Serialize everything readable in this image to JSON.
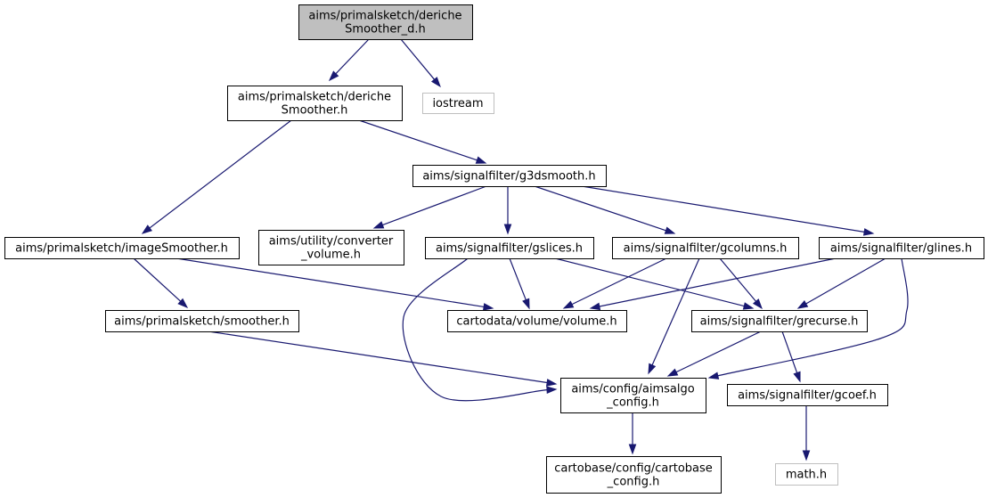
{
  "diagram": {
    "colors": {
      "edge": "#191970",
      "root_fill": "#bfbfbf",
      "node_border": "#000000",
      "external_border": "#bfbfbf"
    },
    "nodes": [
      {
        "id": "deriche_d",
        "lines": [
          "aims/primalsketch/deriche",
          "Smoother_d.h"
        ],
        "kind": "root"
      },
      {
        "id": "deriche",
        "lines": [
          "aims/primalsketch/deriche",
          "Smoother.h"
        ],
        "kind": "header"
      },
      {
        "id": "iostream",
        "lines": [
          "iostream"
        ],
        "kind": "external"
      },
      {
        "id": "g3dsmooth",
        "lines": [
          "aims/signalfilter/g3dsmooth.h"
        ],
        "kind": "header"
      },
      {
        "id": "imageSmoother",
        "lines": [
          "aims/primalsketch/imageSmoother.h"
        ],
        "kind": "header"
      },
      {
        "id": "converter",
        "lines": [
          "aims/utility/converter",
          "_volume.h"
        ],
        "kind": "header"
      },
      {
        "id": "gslices",
        "lines": [
          "aims/signalfilter/gslices.h"
        ],
        "kind": "header"
      },
      {
        "id": "gcolumns",
        "lines": [
          "aims/signalfilter/gcolumns.h"
        ],
        "kind": "header"
      },
      {
        "id": "glines",
        "lines": [
          "aims/signalfilter/glines.h"
        ],
        "kind": "header"
      },
      {
        "id": "smoother",
        "lines": [
          "aims/primalsketch/smoother.h"
        ],
        "kind": "header"
      },
      {
        "id": "volume",
        "lines": [
          "cartodata/volume/volume.h"
        ],
        "kind": "header"
      },
      {
        "id": "grecurse",
        "lines": [
          "aims/signalfilter/grecurse.h"
        ],
        "kind": "header"
      },
      {
        "id": "aimsalgo_config",
        "lines": [
          "aims/config/aimsalgo",
          "_config.h"
        ],
        "kind": "header"
      },
      {
        "id": "gcoef",
        "lines": [
          "aims/signalfilter/gcoef.h"
        ],
        "kind": "header"
      },
      {
        "id": "cartobase_config",
        "lines": [
          "cartobase/config/cartobase",
          "_config.h"
        ],
        "kind": "header"
      },
      {
        "id": "math",
        "lines": [
          "math.h"
        ],
        "kind": "external"
      }
    ],
    "edges": [
      {
        "from": "deriche_d",
        "to": "deriche"
      },
      {
        "from": "deriche_d",
        "to": "iostream"
      },
      {
        "from": "deriche",
        "to": "g3dsmooth"
      },
      {
        "from": "deriche",
        "to": "imageSmoother"
      },
      {
        "from": "g3dsmooth",
        "to": "converter"
      },
      {
        "from": "g3dsmooth",
        "to": "gslices"
      },
      {
        "from": "g3dsmooth",
        "to": "gcolumns"
      },
      {
        "from": "g3dsmooth",
        "to": "glines"
      },
      {
        "from": "imageSmoother",
        "to": "smoother"
      },
      {
        "from": "imageSmoother",
        "to": "volume"
      },
      {
        "from": "gslices",
        "to": "volume"
      },
      {
        "from": "gslices",
        "to": "grecurse"
      },
      {
        "from": "gslices",
        "to": "aimsalgo_config"
      },
      {
        "from": "gcolumns",
        "to": "volume"
      },
      {
        "from": "gcolumns",
        "to": "grecurse"
      },
      {
        "from": "gcolumns",
        "to": "aimsalgo_config"
      },
      {
        "from": "glines",
        "to": "volume"
      },
      {
        "from": "glines",
        "to": "grecurse"
      },
      {
        "from": "glines",
        "to": "aimsalgo_config"
      },
      {
        "from": "smoother",
        "to": "aimsalgo_config"
      },
      {
        "from": "grecurse",
        "to": "aimsalgo_config"
      },
      {
        "from": "grecurse",
        "to": "gcoef"
      },
      {
        "from": "aimsalgo_config",
        "to": "cartobase_config"
      },
      {
        "from": "gcoef",
        "to": "math"
      }
    ]
  }
}
